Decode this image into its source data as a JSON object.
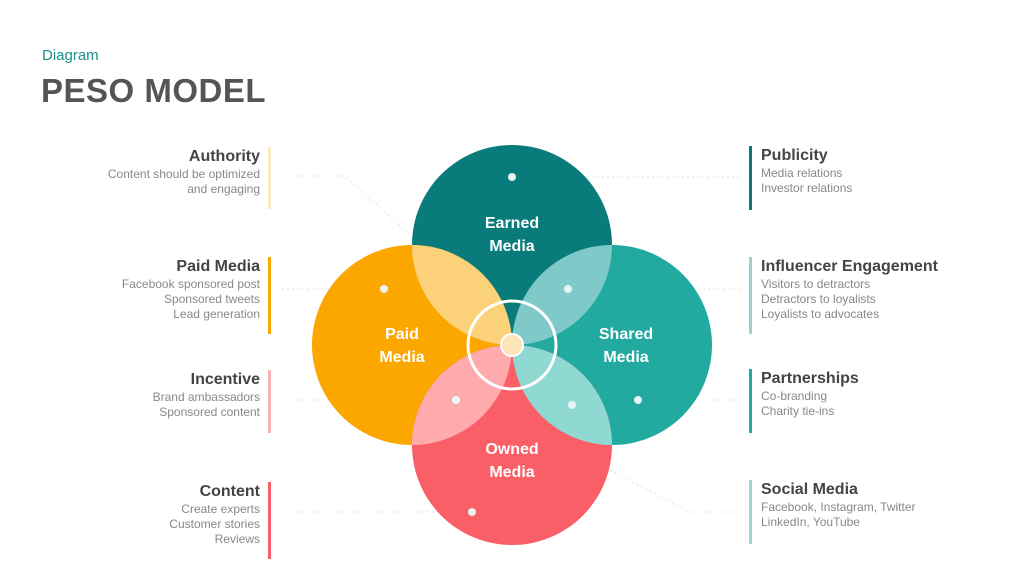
{
  "header": {
    "subtitle": "Diagram",
    "title": "PESO MODEL"
  },
  "circles": {
    "earned": "Earned\nMedia",
    "paid": "Paid\nMedia",
    "shared": "Shared\nMedia",
    "owned": "Owned\nMedia"
  },
  "colors": {
    "earned": "#0a7b7b",
    "paid": "#fca600",
    "shared": "#22aaa0",
    "owned": "#fa5e66",
    "subtitle": "#1a8f8a"
  },
  "left": [
    {
      "title": "Authority",
      "lines": [
        "Content should be optimized",
        "and engaging"
      ],
      "color": "#f6ecc0"
    },
    {
      "title": "Paid Media",
      "lines": [
        "Facebook sponsored post",
        "Sponsored tweets",
        "Lead generation"
      ],
      "color": "#fca600"
    },
    {
      "title": "Incentive",
      "lines": [
        "Brand ambassadors",
        "Sponsored content"
      ],
      "color": "#f7b3b7"
    },
    {
      "title": "Content",
      "lines": [
        "Create experts",
        "Customer stories",
        "Reviews"
      ],
      "color": "#fa5e66"
    }
  ],
  "right": [
    {
      "title": "Publicity",
      "lines": [
        "Media relations",
        "Investor  relations"
      ],
      "color": "#0a7b7b"
    },
    {
      "title": "Influencer Engagement",
      "lines": [
        "Visitors to detractors",
        "Detractors to loyalists",
        "Loyalists to advocates"
      ],
      "color": "#9dcfd0"
    },
    {
      "title": "Partnerships",
      "lines": [
        "Co-branding",
        "Charity tie-ins"
      ],
      "color": "#22aaa0"
    },
    {
      "title": "Social Media",
      "lines": [
        "Facebook, Instagram,  Twitter",
        "LinkedIn, YouTube"
      ],
      "color": "#9dd8d6"
    }
  ]
}
